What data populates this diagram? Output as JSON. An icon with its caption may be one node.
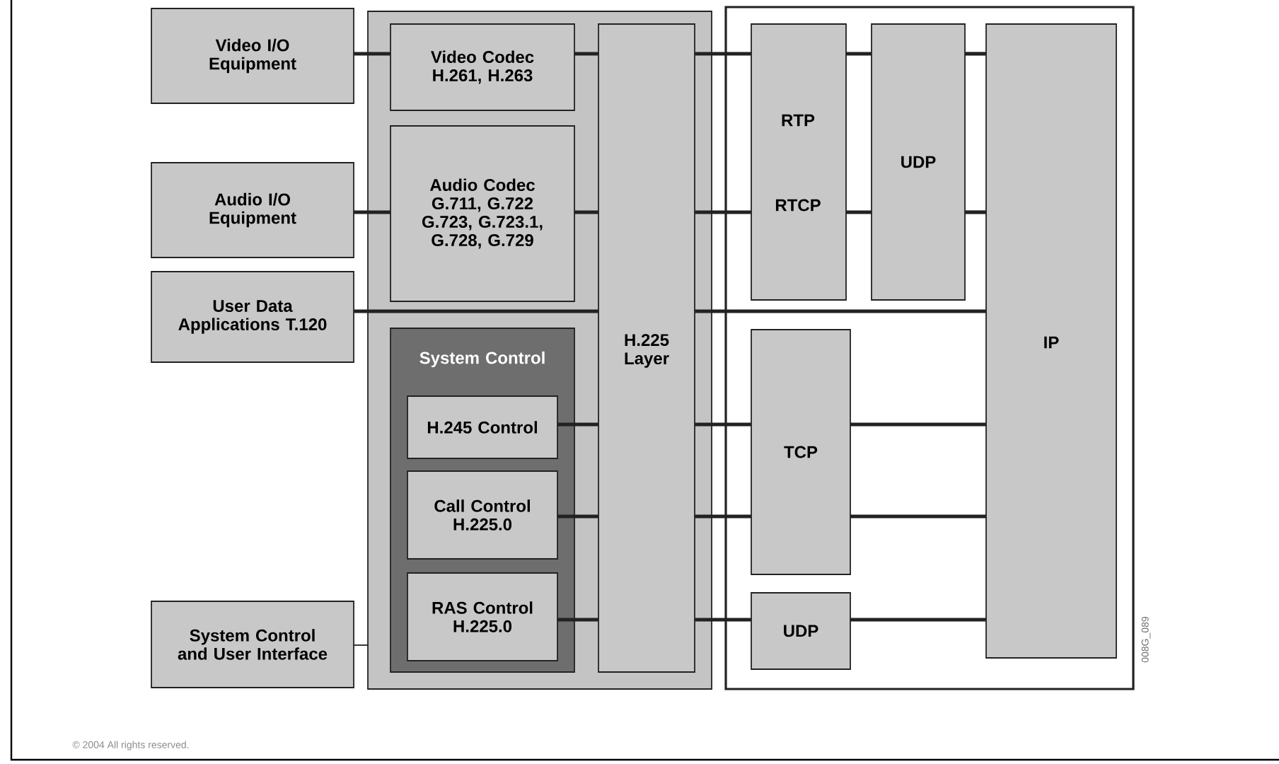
{
  "diagram": {
    "nodes": [
      {
        "text": [
          "Video I/O Equipment"
        ]
      },
      {
        "text": [
          "Audio I/O Equipment"
        ]
      },
      {
        "text": [
          "User Data Applications T.120"
        ]
      },
      {
        "text": [
          "System Control and User Interface"
        ]
      },
      {
        "text": [],
        "shape": "box"
      },
      {
        "text": [
          "Video Codec H.261, H.263"
        ],
        "in": 4
      },
      {
        "text": [
          "Audio Codec G.711, G.722 G.723, G.723.1, G.728, G.729"
        ],
        "in": 4
      },
      {
        "text": [
          "System Control"
        ],
        "in": 4
      },
      {
        "text": [
          "H.245 Control"
        ],
        "in": 7
      },
      {
        "text": [
          "Call Control H.225.0"
        ],
        "in": 7
      },
      {
        "text": [
          "RAS Control H.225.0"
        ],
        "in": 7
      },
      {
        "text": [
          "H.225 Layer"
        ],
        "in": 4
      },
      {
        "text": [],
        "shape": "box"
      },
      {
        "text": [
          "RTP",
          "RTCP"
        ],
        "in": 12
      },
      {
        "text": [
          "UDP"
        ],
        "in": 12
      },
      {
        "text": [
          "IP"
        ],
        "in": 12
      },
      {
        "text": [
          "TCP"
        ],
        "in": 12
      },
      {
        "text": [
          "UDP"
        ],
        "in": 12
      }
    ],
    "edges": [
      {
        "from": 0,
        "to": 5,
        "arrow": "none"
      },
      {
        "from": 5,
        "to": 11,
        "arrow": "none"
      },
      {
        "from": 11,
        "to": 13,
        "arrow": "none"
      },
      {
        "from": 13,
        "to": 14,
        "arrow": "none"
      },
      {
        "from": 14,
        "to": 15,
        "arrow": "none"
      },
      {
        "from": 1,
        "to": 6,
        "arrow": "none"
      },
      {
        "from": 6,
        "to": 11,
        "arrow": "none"
      },
      {
        "from": 11,
        "to": 13,
        "arrow": "none"
      },
      {
        "from": 13,
        "to": 14,
        "arrow": "none"
      },
      {
        "from": 14,
        "to": 15,
        "arrow": "none"
      },
      {
        "from": 2,
        "to": 11,
        "arrow": "none"
      },
      {
        "from": 11,
        "to": 15,
        "arrow": "none"
      },
      {
        "from": 8,
        "to": 11,
        "arrow": "none"
      },
      {
        "from": 11,
        "to": 16,
        "arrow": "none"
      },
      {
        "from": 16,
        "to": 15,
        "arrow": "none"
      },
      {
        "from": 9,
        "to": 11,
        "arrow": "none"
      },
      {
        "from": 11,
        "to": 16,
        "arrow": "none"
      },
      {
        "from": 16,
        "to": 15,
        "arrow": "none"
      },
      {
        "from": 10,
        "to": 11,
        "arrow": "none"
      },
      {
        "from": 11,
        "to": 17,
        "arrow": "none"
      },
      {
        "from": 17,
        "to": 15,
        "arrow": "none"
      },
      {
        "from": 3,
        "to": 4,
        "arrow": "none"
      }
    ],
    "labels": [
      "008G_089",
      "© 2004 All rights reserved."
    ]
  }
}
